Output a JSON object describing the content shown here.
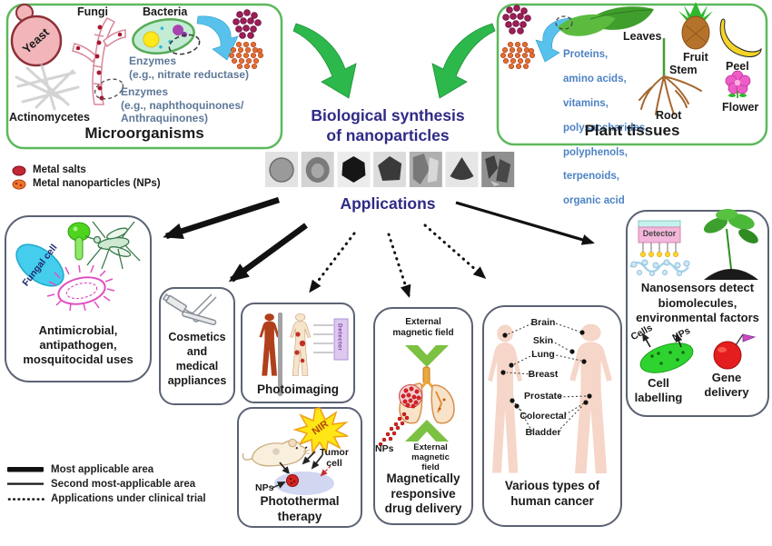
{
  "colors": {
    "box_border_green": "#5cb85c",
    "box_border_dark": "#5b6273",
    "heading_text": "#2e2a86",
    "compound_text": "#4d82c4",
    "enzyme_text": "#5e7898",
    "green_arrow": "#2db84c",
    "blue_arrow": "#58c2ec",
    "metal_salt_dot": "#c22836",
    "metal_np_dot": "#e87828"
  },
  "microorganisms": {
    "title": "Microorganisms",
    "yeast_label": "Yeast",
    "fungi_label": "Fungi",
    "bacteria_label": "Bacteria",
    "enzymes_bacteria": "Enzymes\n(e.g., nitrate reductase)",
    "enzymes_fungi": "Enzymes\n(e.g., naphthoquinones/\nAnthraquinones)",
    "actinomycetes_label": "Actinomycetes"
  },
  "plant_tissues": {
    "title": "Plant tissues",
    "compounds": [
      "Proteins,",
      "amino acids,",
      "vitamins,",
      "polysaccharides,",
      "polyphenols,",
      "terpenoids,",
      "organic acid"
    ],
    "leaves_label": "Leaves",
    "fruit_label": "Fruit",
    "peel_label": "Peel",
    "stem_label": "Stem",
    "root_label": "Root",
    "flower_label": "Flower"
  },
  "center": {
    "synthesis_title": "Biological synthesis\nof nanoparticles",
    "applications_title": "Applications"
  },
  "np_legend": {
    "metal_salts": "Metal salts",
    "metal_nanoparticles": "Metal nanoparticles (NPs)"
  },
  "line_legend": {
    "most_applicable": "Most applicable area",
    "second_most": "Second most-applicable area",
    "clinical_trial": "Applications under clinical trial"
  },
  "applications": {
    "antimicrobial": {
      "fungal_cell_label": "Fungal cell",
      "caption": "Antimicrobial,\nantipathogen,\nmosquitocidal uses"
    },
    "cosmetics": {
      "caption": "Cosmetics\nand\nmedical\nappliances"
    },
    "photoimaging": {
      "caption": "Photoimaging",
      "detector_label": "Detector"
    },
    "photothermal": {
      "caption": "Photothermal\ntherapy",
      "nir_label": "NIR",
      "nps_label": "NPs",
      "tumor_cell_label": "Tumor\ncell"
    },
    "magnetic": {
      "caption": "Magnetically\nresponsive\ndrug delivery",
      "field_top_label": "External\nmagnetic field",
      "field_bottom_label": "External\nmagnetic field",
      "nps_label": "NPs"
    },
    "cancer": {
      "caption": "Various types of\nhuman cancer",
      "labels": [
        "Brain",
        "Skin",
        "Lung",
        "Breast",
        "Prostate",
        "Colorectal",
        "Bladder"
      ]
    },
    "nanosensors": {
      "caption": "Nanosensors detect\nbiomolecules,\nenvironmental factors",
      "detector_label": "Detector",
      "cells_label": "Cells",
      "nps_label": "NPs",
      "cell_labelling_caption": "Cell\nlabelling",
      "gene_delivery_caption": "Gene\ndelivery"
    }
  }
}
